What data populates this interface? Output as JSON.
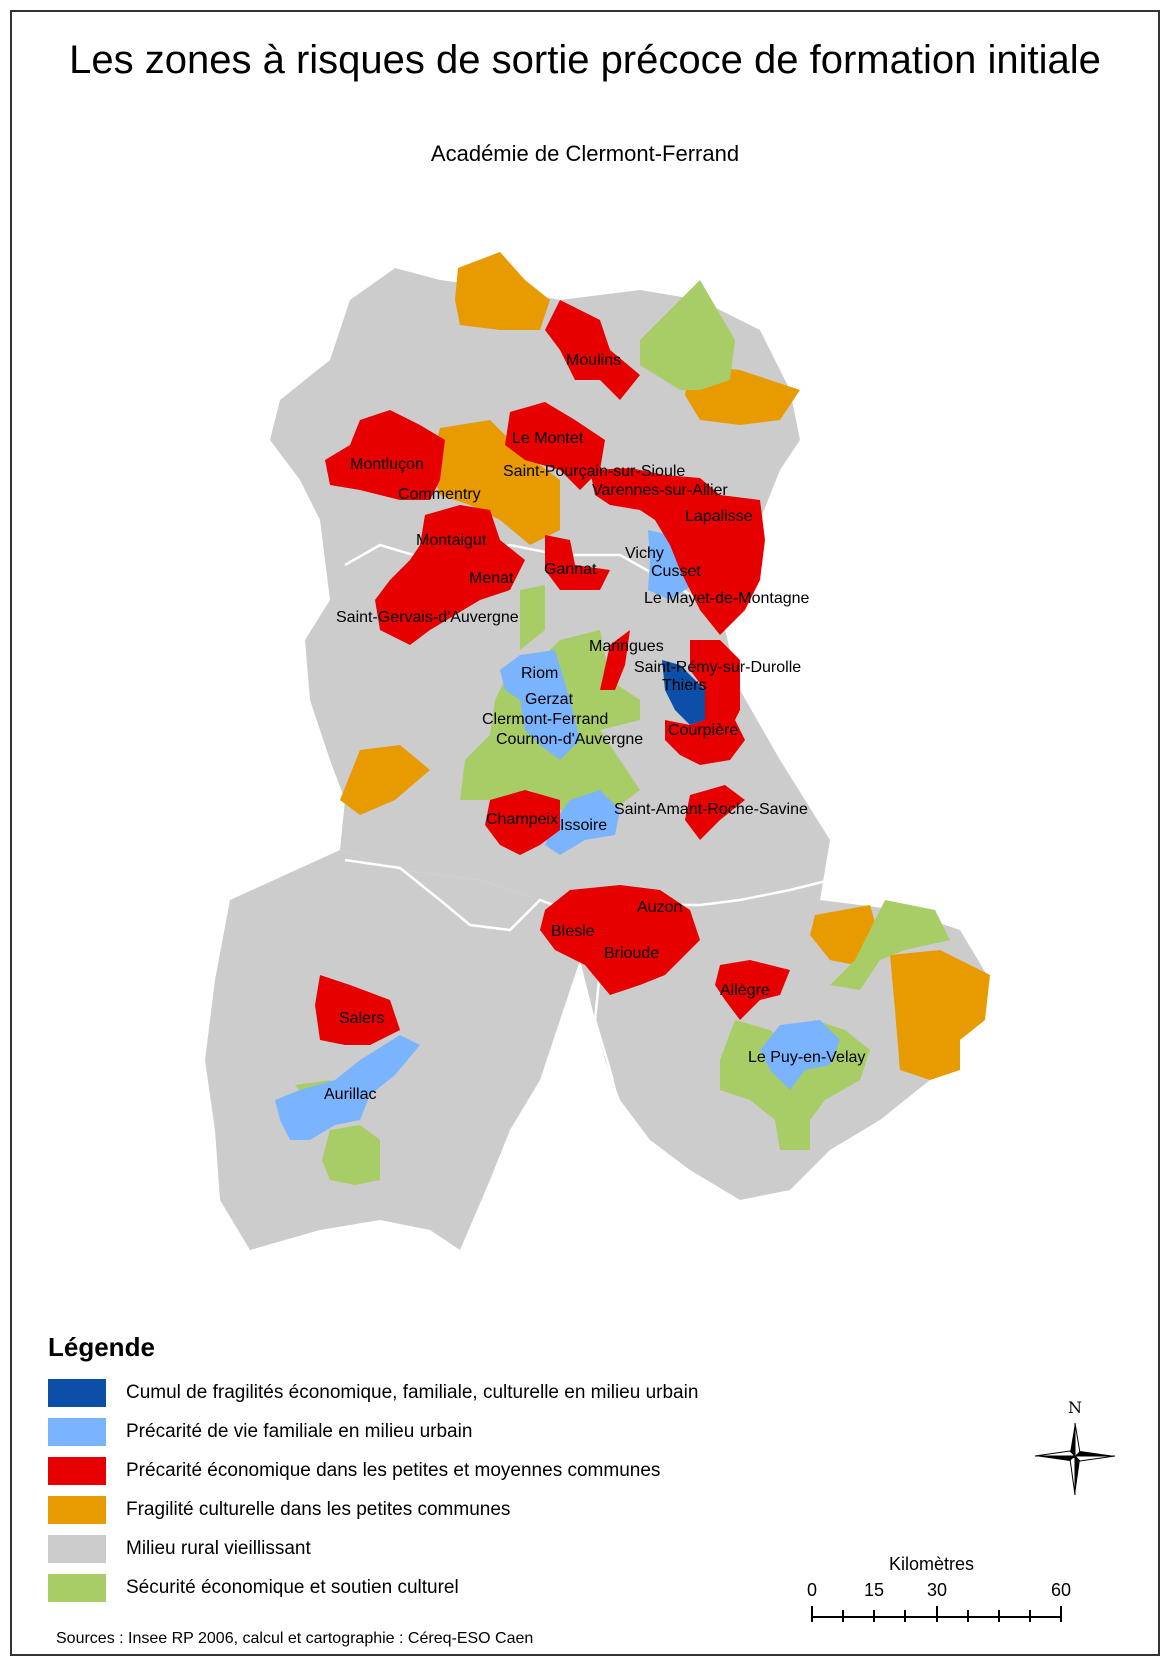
{
  "title": "Les zones à risques de sortie précoce de formation initiale",
  "subtitle": "Académie de Clermont-Ferrand",
  "legend": {
    "title": "Légende",
    "items": [
      {
        "label": "Cumul de fragilités économique, familiale, culturelle en milieu urbain",
        "color": "#0b4fa8"
      },
      {
        "label": "Précarité de vie familiale en milieu urbain",
        "color": "#7ab4ff"
      },
      {
        "label": "Précarité économique dans les petites et moyennes communes",
        "color": "#e60000"
      },
      {
        "label": "Fragilité culturelle dans les petites communes",
        "color": "#e89b00"
      },
      {
        "label": "Milieu rural vieillissant",
        "color": "#cccccc"
      },
      {
        "label": "Sécurité économique et soutien culturel",
        "color": "#a8cc66"
      }
    ]
  },
  "places": [
    "Moulins",
    "Le Montet",
    "Montluçon",
    "Saint-Pourçain-sur-Sioule",
    "Varennes-sur-Allier",
    "Commentry",
    "Lapalisse",
    "Montaigut",
    "Vichy",
    "Gannat",
    "Cusset",
    "Menat",
    "Le Mayet-de-Montagne",
    "Saint-Gervais-d'Auvergne",
    "Maringues",
    "Saint-Rémy-sur-Durolle",
    "Riom",
    "Thiers",
    "Gerzat",
    "Clermont-Ferrand",
    "Courpière",
    "Cournon-d'Auvergne",
    "Saint-Amant-Roche-Savine",
    "Champeix",
    "Issoire",
    "Auzon",
    "Blesle",
    "Brioude",
    "Allègre",
    "Salers",
    "Le Puy-en-Velay",
    "Aurillac"
  ],
  "north_label": "N",
  "scale": {
    "title": "Kilomètres",
    "ticks": [
      "0",
      "15",
      "30",
      "60"
    ]
  },
  "sources": "Sources : Insee RP 2006, calcul et cartographie : Céreq-ESO Caen"
}
